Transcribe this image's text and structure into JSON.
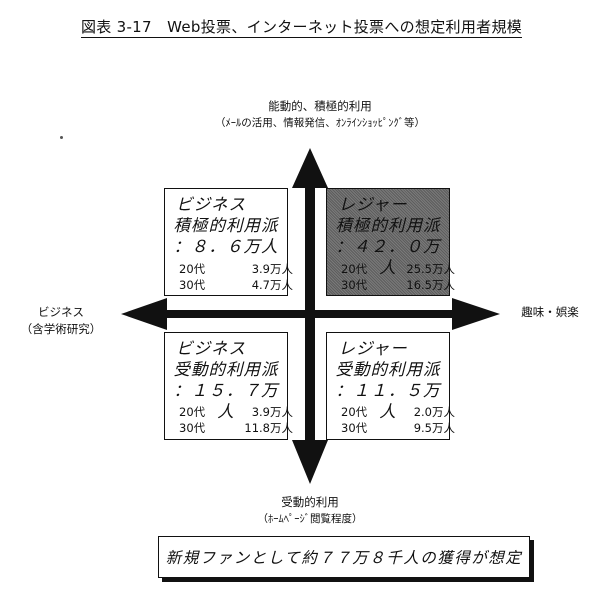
{
  "title": "図表 3-17　Web投票、インターネット投票への想定利用者規模",
  "axes": {
    "top": "能動的、積極的利用",
    "top_sub": "（ﾒｰﾙの活用、情報発信、ｵﾝﾗｲﾝｼｮｯﾋﾟﾝｸﾞ等）",
    "left": "ビジネス",
    "left_sub": "（含学術研究）",
    "right": "趣味・娯楽",
    "bottom": "受動的利用",
    "bottom_sub": "（ﾎｰﾑﾍﾟｰｼﾞ閲覧程度）"
  },
  "quadrants": {
    "top_left": {
      "line1": "ビジネス",
      "line2": "積極的利用派",
      "line3": "：８．６万人",
      "rows": [
        {
          "age": "20代",
          "value": "3.9万人"
        },
        {
          "age": "30代",
          "value": "4.7万人"
        }
      ]
    },
    "top_right": {
      "line1": "レジャー",
      "line2": "積極的利用派",
      "line3": "：４２．０万人",
      "rows": [
        {
          "age": "20代",
          "value": "25.5万人"
        },
        {
          "age": "30代",
          "value": "16.5万人"
        }
      ]
    },
    "bottom_left": {
      "line1": "ビジネス",
      "line2": "受動的利用派",
      "line3": "：１５．７万人",
      "rows": [
        {
          "age": "20代",
          "value": "3.9万人"
        },
        {
          "age": "30代",
          "value": "11.8万人"
        }
      ]
    },
    "bottom_right": {
      "line1": "レジャー",
      "line2": "受動的利用派",
      "line3": "：１１．５万人",
      "rows": [
        {
          "age": "20代",
          "value": "2.0万人"
        },
        {
          "age": "30代",
          "value": "9.5万人"
        }
      ]
    }
  },
  "summary": "新規ファンとして約７７万８千人の獲得が想定",
  "colors": {
    "ink": "#111111",
    "highlight_fill": "#6b6b6b"
  }
}
